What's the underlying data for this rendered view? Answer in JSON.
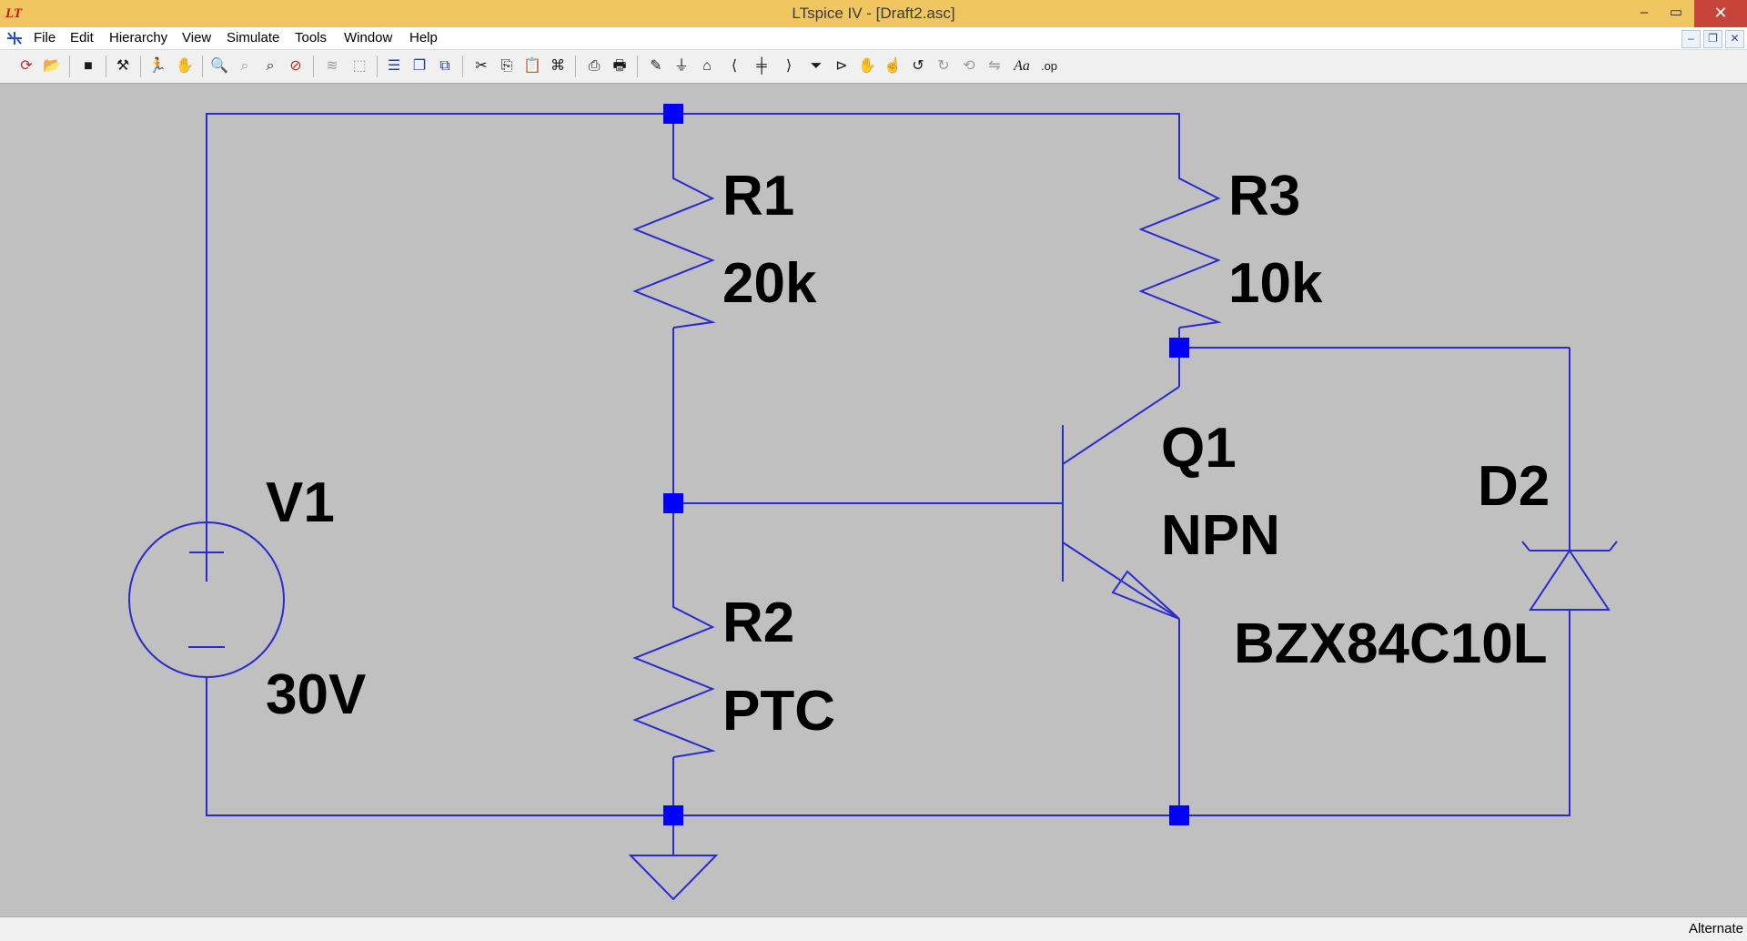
{
  "window": {
    "app_icon": "LT",
    "title": "LTspice IV - [Draft2.asc]",
    "minimize": "–",
    "maximize": "▭",
    "close": "✕"
  },
  "menu": {
    "icon": "ltspice-logo-icon",
    "items": [
      "File",
      "Edit",
      "Hierarchy",
      "View",
      "Simulate",
      "Tools",
      "Window",
      "Help"
    ],
    "mdi_minimize": "–",
    "mdi_restore": "❐",
    "mdi_close": "✕"
  },
  "toolbar": {
    "icons": [
      "new-schematic-icon",
      "open-icon",
      "save-icon",
      "control-panel-icon",
      "run-icon",
      "pan-icon",
      "zoom-in-icon",
      "zoom-full-icon",
      "zoom-out-icon",
      "zoom-cancel-icon",
      "autorange-icon",
      "fit-icon",
      "tile-horizontal-icon",
      "cascade-icon",
      "close-all-icon",
      "cut-icon",
      "copy-icon",
      "paste-icon",
      "find-icon",
      "print-preview-icon",
      "print-icon",
      "draw-wire-icon",
      "ground-icon",
      "label-net-icon",
      "resistor-icon",
      "capacitor-icon",
      "inductor-icon",
      "diode-icon",
      "component-icon",
      "move-icon",
      "drag-icon",
      "undo-icon",
      "redo-icon",
      "rotate-icon",
      "mirror-icon",
      "text-icon",
      "spice-directive-icon"
    ],
    "text_label": "Aa",
    "op_label": ".op"
  },
  "schematic": {
    "wire_color": "#2a2ad0",
    "junction_color": "#0000ff",
    "components": {
      "V1": {
        "name": "V1",
        "value": "30V"
      },
      "R1": {
        "name": "R1",
        "value": "20k"
      },
      "R2": {
        "name": "R2",
        "value": "PTC"
      },
      "R3": {
        "name": "R3",
        "value": "10k"
      },
      "Q1": {
        "name": "Q1",
        "value": "NPN"
      },
      "D2": {
        "name": "D2",
        "value": "BZX84C10L"
      }
    }
  },
  "status": {
    "mode": "Alternate"
  }
}
